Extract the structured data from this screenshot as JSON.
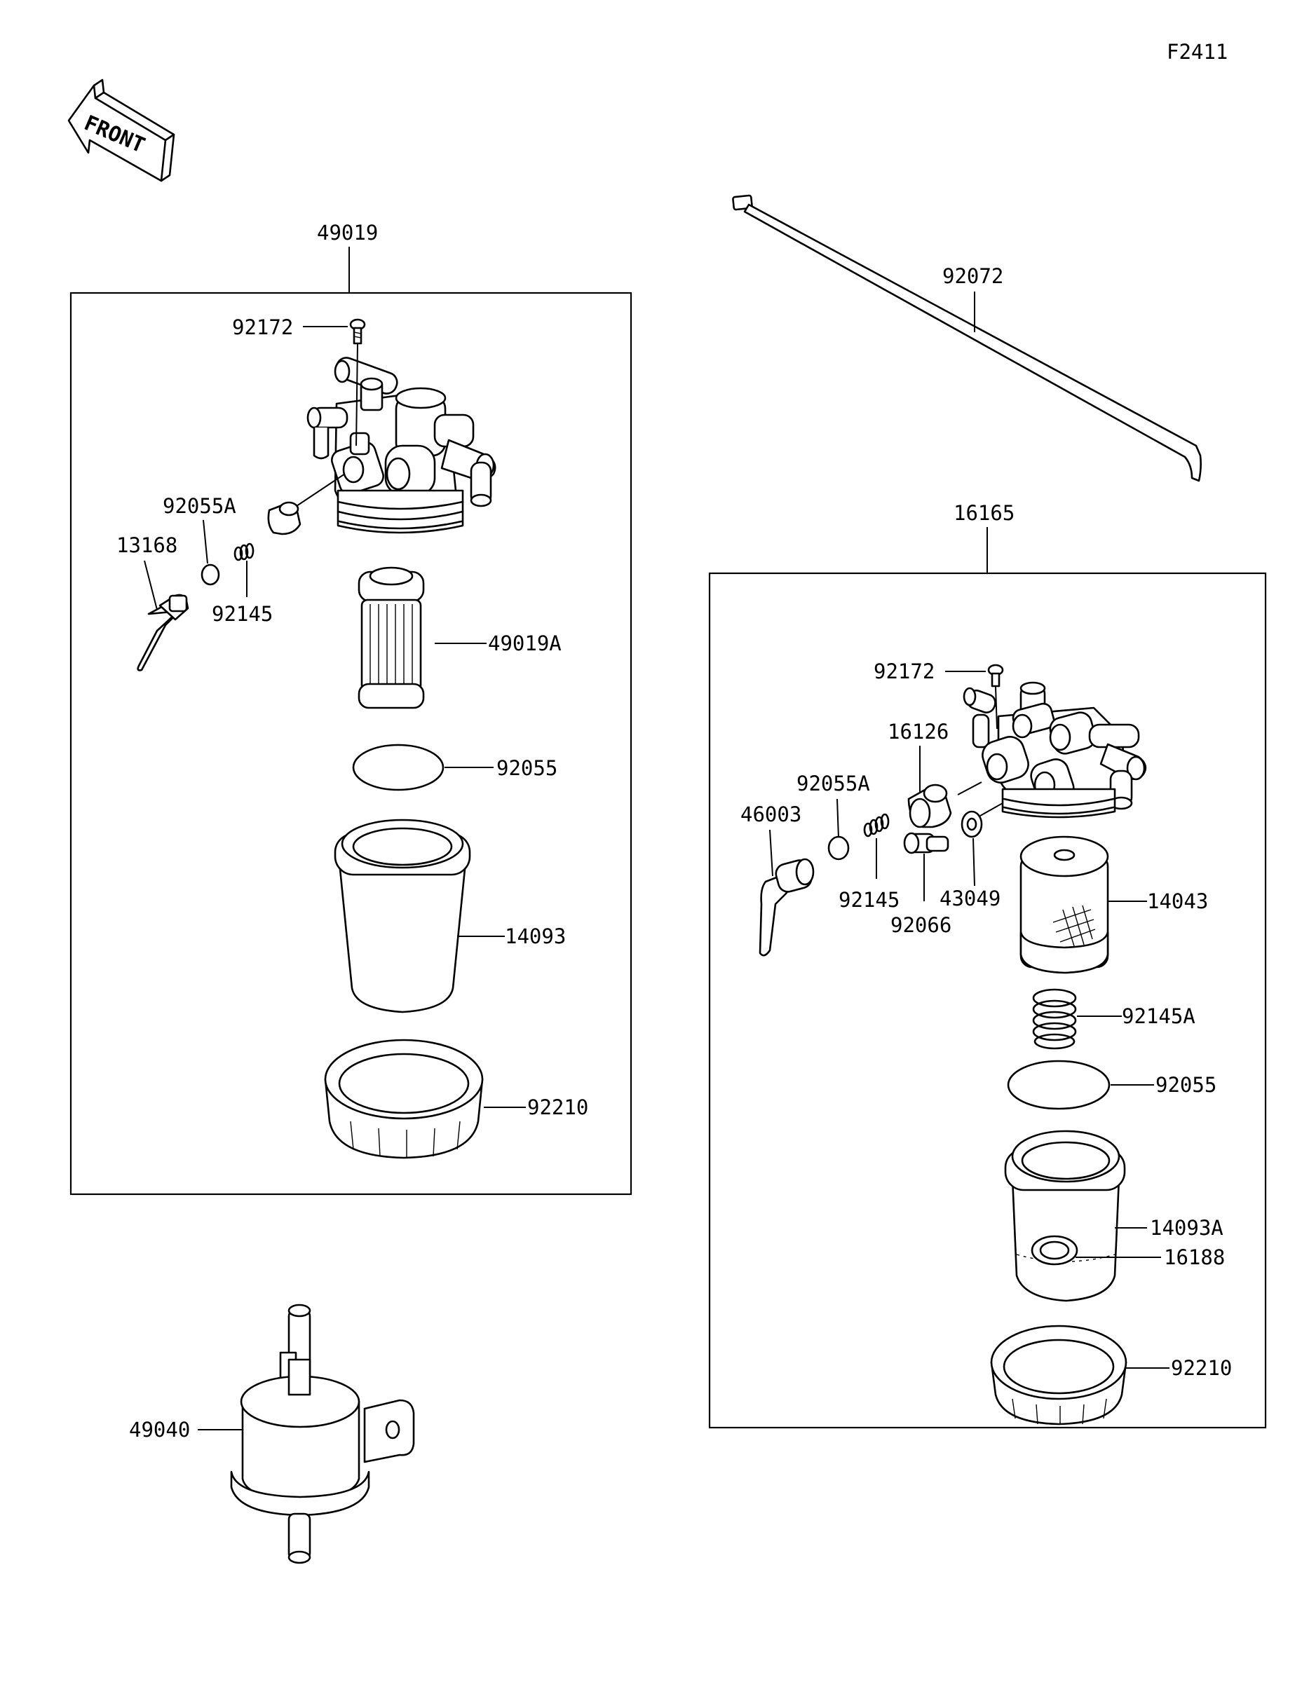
{
  "figure_code": "F2411",
  "front_label": "FRONT",
  "left_assembly": {
    "assembly_no": "49019",
    "parts": {
      "screw": "92172",
      "o_ring_small": "92055A",
      "lever": "13168",
      "spring": "92145",
      "element": "49019A",
      "o_ring": "92055",
      "bowl": "14093",
      "ring_nut": "92210"
    }
  },
  "band": "92072",
  "inline_filter": "49040",
  "right_assembly": {
    "assembly_no": "16165",
    "parts": {
      "screw": "92172",
      "cap": "16126",
      "o_ring_small": "92055A",
      "lever": "46003",
      "spring": "92145",
      "plug": "92066",
      "washer": "43049",
      "element": "14043",
      "spring_a": "92145A",
      "o_ring": "92055",
      "bowl": "14093A",
      "float": "16188",
      "ring_nut": "92210"
    }
  }
}
